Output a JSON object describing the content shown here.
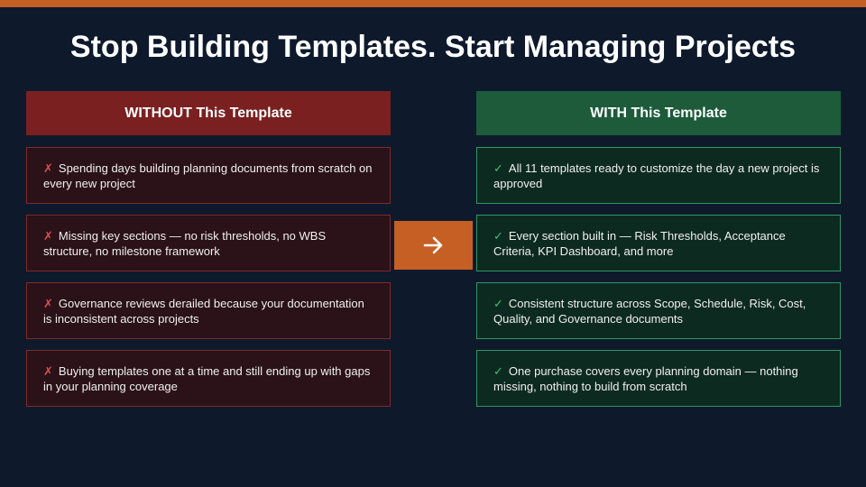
{
  "slide": {
    "title": "Stop Building Templates. Start Managing Projects",
    "without": {
      "header": "WITHOUT This Template",
      "mark": "✗",
      "items": [
        "Spending days building planning documents from scratch on every new project",
        "Missing key sections — no risk thresholds, no WBS structure, no milestone framework",
        "Governance reviews derailed because your documentation is inconsistent across projects",
        "Buying templates one at a time and still ending up with gaps in your planning coverage"
      ]
    },
    "with": {
      "header": "WITH This Template",
      "mark": "✓",
      "items": [
        "All 11 templates ready to customize the day a new project is approved",
        "Every section built in — Risk Thresholds, Acceptance Criteria, KPI Dashboard, and more",
        "Consistent structure across Scope, Schedule, Risk, Cost, Quality, and Governance documents",
        "One purchase covers every planning domain — nothing missing, nothing to build from scratch"
      ]
    },
    "arrow_icon": "arrow-right-icon",
    "colors": {
      "background": "#0e1a2c",
      "accent": "#c65f24",
      "without_header": "#7a2020",
      "with_header": "#1d5b3b",
      "x_mark": "#e04d4d",
      "check_mark": "#39c27a"
    }
  }
}
